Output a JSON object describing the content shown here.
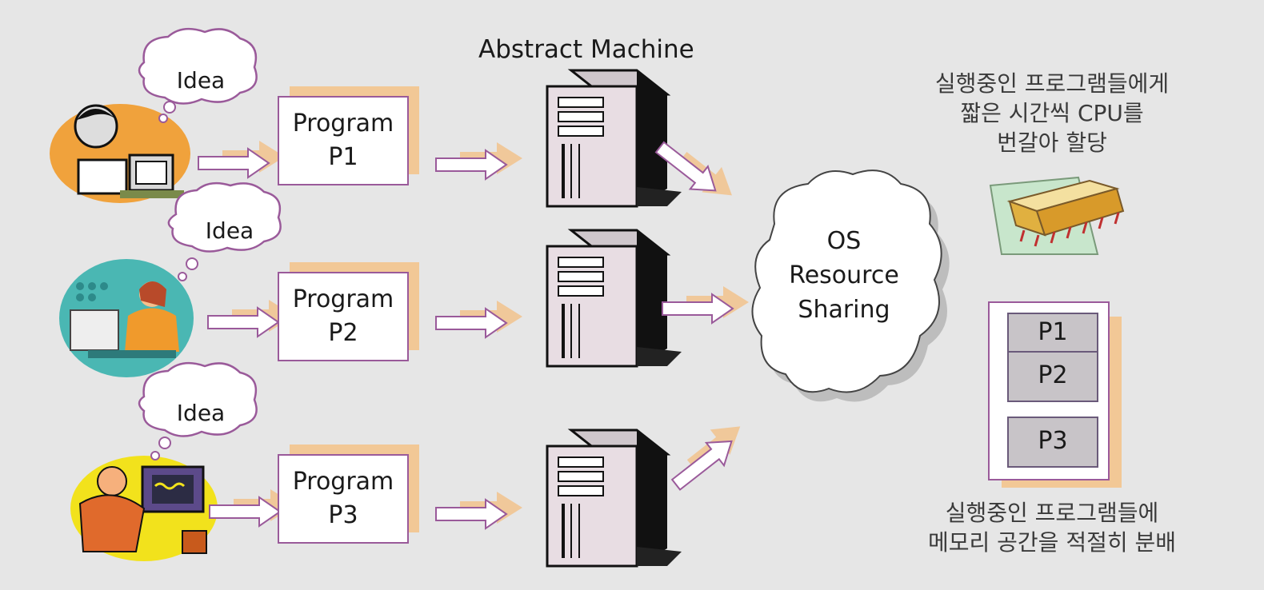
{
  "title": "Abstract Machine",
  "idea_label": "Idea",
  "programs": [
    {
      "line1": "Program",
      "line2": "P1"
    },
    {
      "line1": "Program",
      "line2": "P2"
    },
    {
      "line1": "Program",
      "line2": "P3"
    }
  ],
  "os": {
    "line1": "OS",
    "line2": "Resource",
    "line3": "Sharing"
  },
  "cpu_note": {
    "line1": "실행중인 프로그램들에게",
    "line2": "짧은 시간씩 CPU를",
    "line3": "번갈아 할당"
  },
  "memory_blocks": [
    "P1",
    "P2",
    "P3"
  ],
  "memory_note": {
    "line1": "실행중인 프로그램들에",
    "line2": "메모리 공간을 적절히 분배"
  }
}
